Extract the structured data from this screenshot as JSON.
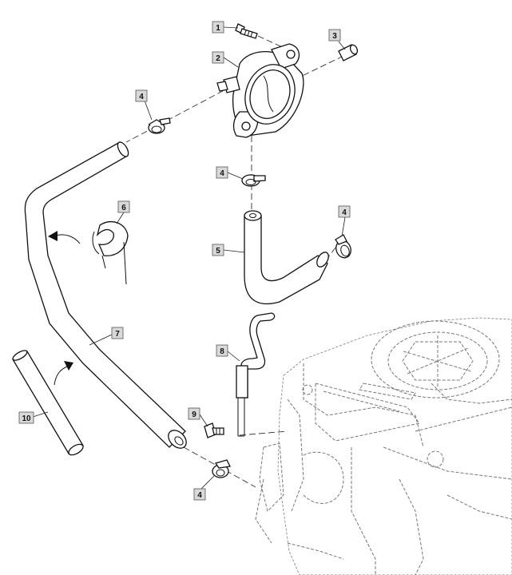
{
  "callouts": [
    {
      "id": "c1",
      "label": "1"
    },
    {
      "id": "c2",
      "label": "2"
    },
    {
      "id": "c3",
      "label": "3"
    },
    {
      "id": "c4a",
      "label": "4"
    },
    {
      "id": "c4b",
      "label": "4"
    },
    {
      "id": "c4c",
      "label": "4"
    },
    {
      "id": "c4d",
      "label": "4"
    },
    {
      "id": "c5",
      "label": "5"
    },
    {
      "id": "c6",
      "label": "6"
    },
    {
      "id": "c7",
      "label": "7"
    },
    {
      "id": "c8",
      "label": "8"
    },
    {
      "id": "c9",
      "label": "9"
    },
    {
      "id": "c10",
      "label": "10"
    }
  ]
}
